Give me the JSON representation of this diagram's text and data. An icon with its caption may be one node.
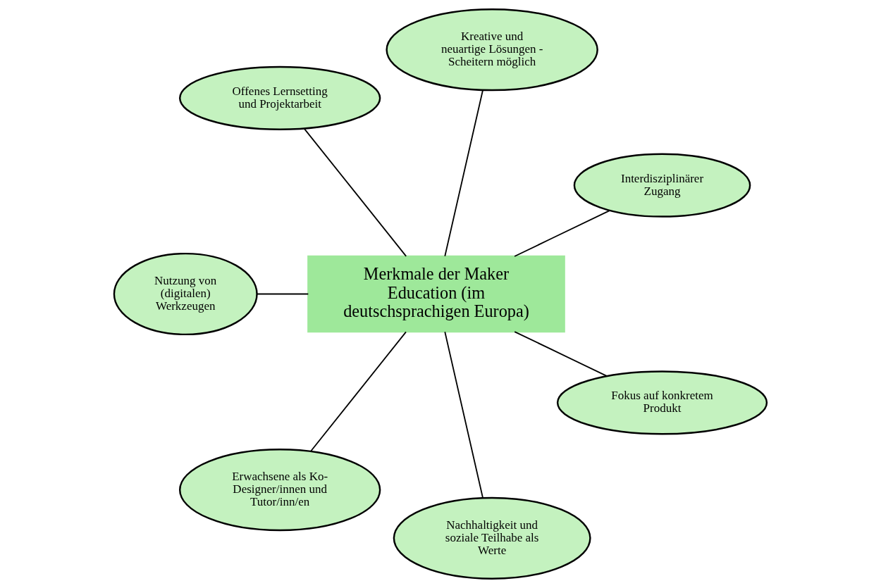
{
  "diagram": {
    "nodes": [
      {
        "text": [
          "Merkmale der Maker Education (im deutschsprachigen Europa)"
        ]
      },
      {
        "text": [
          "Interdisziplinärer Zugang"
        ]
      },
      {
        "text": [
          "Kreative und neuartige Lösungen - Scheitern möglich"
        ]
      },
      {
        "text": [
          "Offenes Lernsetting und Projektarbeit"
        ]
      },
      {
        "text": [
          "Nutzung von (digitalen) Werkzeugen"
        ]
      },
      {
        "text": [
          "Erwachsene als Ko-Designer/innen und Tutor/inn/en"
        ]
      },
      {
        "text": [
          "Nachhaltigkeit und soziale Teilhabe als Werte"
        ]
      },
      {
        "text": [
          "Fokus auf konkretem Produkt"
        ]
      }
    ],
    "edges": [
      {
        "from": 1,
        "to": 0,
        "arrow": "none"
      },
      {
        "from": 2,
        "to": 0,
        "arrow": "none"
      },
      {
        "from": 3,
        "to": 0,
        "arrow": "none"
      },
      {
        "from": 4,
        "to": 0,
        "arrow": "none"
      },
      {
        "from": 5,
        "to": 0,
        "arrow": "none"
      },
      {
        "from": 6,
        "to": 0,
        "arrow": "none"
      },
      {
        "from": 7,
        "to": 0,
        "arrow": "none"
      }
    ]
  }
}
